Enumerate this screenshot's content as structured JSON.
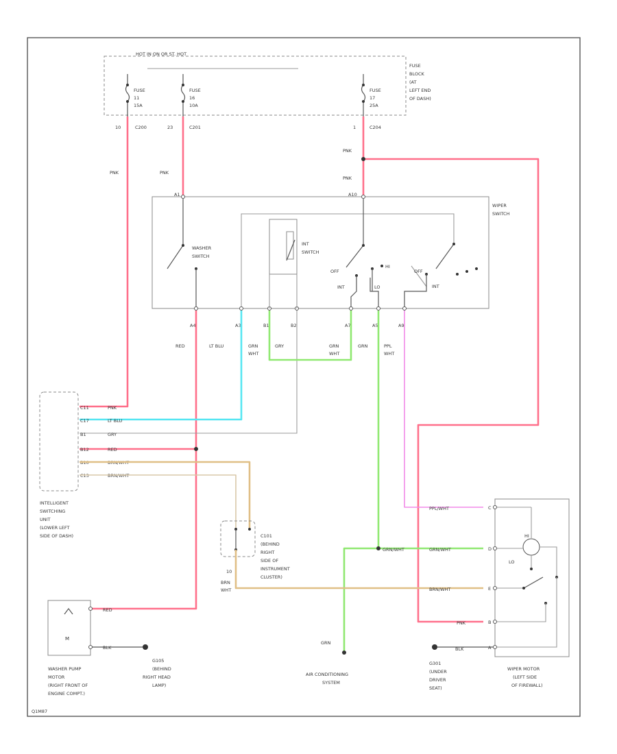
{
  "colors": {
    "pnk": "#ff6f8a",
    "red": "#ff6f8a",
    "ltblu": "#55e6f2",
    "grn": "#8fe870",
    "ppl": "#f28ae8",
    "tan": "#e0bf86",
    "brnwht": "#d9c8a8",
    "blk": "#555555",
    "gry": "#9a9a9a"
  },
  "fuse_block": {
    "hot_label": "HOT IN ON OR ST. HOT",
    "label": [
      "FUSE",
      "BLOCK",
      "(AT",
      "LEFT END",
      "OF DASH)"
    ],
    "fuses": [
      {
        "lines": [
          "FUSE",
          "11",
          "15A"
        ]
      },
      {
        "lines": [
          "FUSE",
          "16",
          "10A"
        ]
      },
      {
        "lines": [
          "FUSE",
          "17",
          "25A"
        ]
      }
    ],
    "connectors": [
      {
        "pin": "10",
        "name": "C200"
      },
      {
        "pin": "23",
        "name": "C201"
      },
      {
        "pin": "1",
        "name": "C204"
      }
    ]
  },
  "wire_labels": [
    "PNK",
    "PNK",
    "PNK",
    "PNK"
  ],
  "wiper_switch": {
    "title": [
      "WIPER",
      "SWITCH"
    ],
    "washer": [
      "WASHER",
      "SWITCH"
    ],
    "int_switch": [
      "INT",
      "SWITCH"
    ],
    "terms": [
      "A1",
      "A10"
    ],
    "off1": "OFF",
    "int1": "INT",
    "hi": "HI",
    "lo": "LO",
    "off2": "OFF",
    "int2": "INT",
    "pins": [
      "A4",
      "A3",
      "B1",
      "B2",
      "A7",
      "A5",
      "A9"
    ],
    "wires": [
      [
        "RED"
      ],
      [
        "LT BLU"
      ],
      [
        "GRN",
        "WHT"
      ],
      [
        "GRY"
      ],
      [
        "GRN",
        "WHT"
      ],
      [
        "GRN"
      ],
      [
        "PPL",
        "WHT"
      ]
    ]
  },
  "isu": {
    "pins": [
      "C11",
      "C17",
      "B1",
      "B12",
      "B10",
      "C13"
    ],
    "wires": [
      "PNK",
      "LT BLU",
      "GRY",
      "RED",
      "BRN/WHT",
      "BRN/WHT"
    ],
    "label": [
      "INTELLIGENT",
      "SWITCHING",
      "UNIT",
      "(LOWER LEFT",
      "SIDE OF DASH)"
    ]
  },
  "c101": {
    "label": [
      "C101",
      "(BEHIND",
      "RIGHT",
      "SIDE OF",
      "INSTRUMENT",
      "CLUSTER)"
    ],
    "pin": "10",
    "wire": [
      "BRN",
      "WHT"
    ]
  },
  "pump": {
    "motor_sym": "M",
    "wires": [
      "RED",
      "BLK"
    ],
    "ground": [
      "G105",
      "(BEHIND",
      "RIGHT HEAD",
      "LAMP)"
    ],
    "label": [
      "WASHER PUMP",
      "MOTOR",
      "(RIGHT FRONT OF",
      "ENGINE COMPT.)"
    ]
  },
  "ac": {
    "wire": "GRN",
    "label": [
      "AIR CONDITIONING",
      "SYSTEM"
    ]
  },
  "wiper_motor": {
    "wires": [
      "PPL/WHT",
      "GRN/WHT",
      "BRN/WHT",
      "PNK",
      "BLK"
    ],
    "splice_wire": "GRN/WHT",
    "pins": [
      "C",
      "D",
      "E",
      "B",
      "A"
    ],
    "hi": "HI",
    "lo": "LO",
    "ground": [
      "G301",
      "(UNDER",
      "DRIVER",
      "SEAT)"
    ],
    "label": [
      "WIPER MOTOR",
      "(LEFT SIDE",
      "OF FIREWALL)"
    ]
  },
  "footer": "Q1M87"
}
